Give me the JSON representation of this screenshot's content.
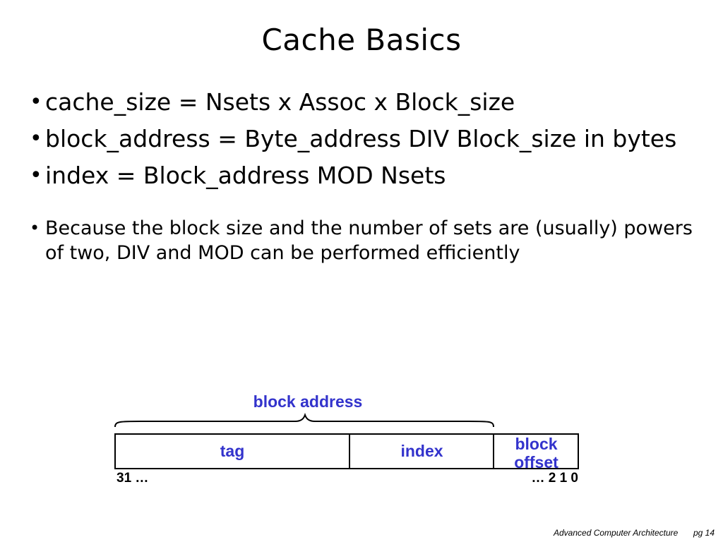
{
  "slide": {
    "title": "Cache Basics",
    "bullets": [
      "cache_size = Nsets x Assoc x Block_size",
      "block_address = Byte_address DIV Block_size in bytes",
      "index = Block_address MOD Nsets"
    ],
    "note": "Because the block size and the number of sets are (usually) powers of two, DIV and MOD can be performed efficiently",
    "bullet_glyph": "•"
  },
  "diagram": {
    "brace_label": "block address",
    "fields": [
      "tag",
      "index",
      "block offset"
    ],
    "bit_left": "31 …",
    "bit_right": "… 2 1 0",
    "label_color": "#3333cc"
  },
  "footer": {
    "course": "Advanced Computer Architecture",
    "page": "pg 14"
  }
}
